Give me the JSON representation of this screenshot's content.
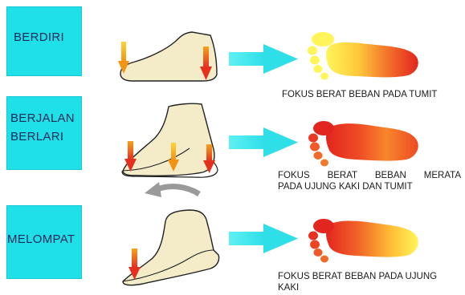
{
  "rows": [
    {
      "labels": [
        "BERDIRI"
      ],
      "caption_lines": [
        "FOKUS BERAT BEBAN PADA TUMIT"
      ]
    },
    {
      "labels": [
        "BERJALAN",
        "BERLARI"
      ],
      "caption_lines": [
        "FOKUS BERAT BEBAN MERATA",
        "PADA UJUNG KAKI DAN TUMIT"
      ]
    },
    {
      "labels": [
        "MELOMPAT"
      ],
      "caption_lines": [
        "FOKUS BERAT BEBAN PADA UJUNG",
        "KAKI"
      ]
    }
  ],
  "colors": {
    "box": "#1fe0e8",
    "arrow": "#3ee6ee",
    "foot_fill": "#f4ecc8",
    "foot_outline": "#222222",
    "down_arrow_red": "#e8422a",
    "down_arrow_orange": "#f5a21e",
    "heat_red": "#e3201f",
    "heat_yellow": "#fff84a",
    "curve_arrow": "#9a9a9a"
  }
}
